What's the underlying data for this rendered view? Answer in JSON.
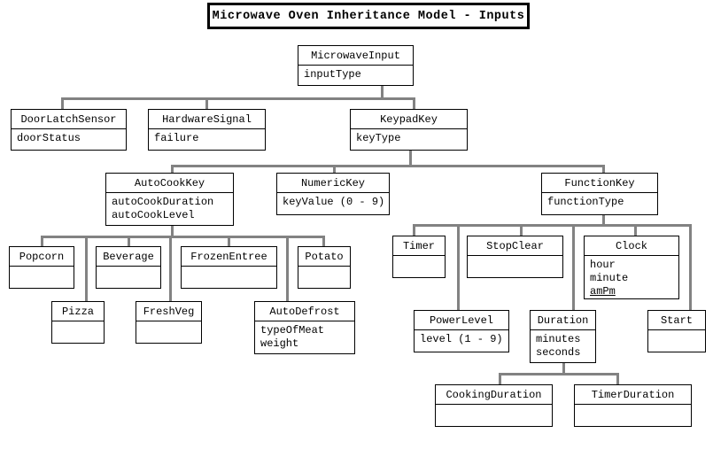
{
  "title": "Microwave Oven Inheritance Model - Inputs",
  "colors": {
    "connector": "#828282",
    "box_border": "#000000",
    "box_fill": "#ffffff",
    "text": "#000000",
    "background": "#ffffff"
  },
  "nodes": {
    "microwaveInput": {
      "label": "MicrowaveInput",
      "attrs": [
        "inputType"
      ]
    },
    "doorLatchSensor": {
      "label": "DoorLatchSensor",
      "attrs": [
        "doorStatus"
      ]
    },
    "hardwareSignal": {
      "label": "HardwareSignal",
      "attrs": [
        "failure"
      ]
    },
    "keypadKey": {
      "label": "KeypadKey",
      "attrs": [
        "keyType"
      ]
    },
    "autoCookKey": {
      "label": "AutoCookKey",
      "attrs": [
        "autoCookDuration",
        "autoCookLevel"
      ]
    },
    "numericKey": {
      "label": "NumericKey",
      "attrs": [
        "keyValue (0 - 9)"
      ]
    },
    "functionKey": {
      "label": "FunctionKey",
      "attrs": [
        "functionType"
      ]
    },
    "popcorn": {
      "label": "Popcorn",
      "attrs": []
    },
    "beverage": {
      "label": "Beverage",
      "attrs": []
    },
    "frozenEntree": {
      "label": "FrozenEntree",
      "attrs": []
    },
    "potato": {
      "label": "Potato",
      "attrs": []
    },
    "pizza": {
      "label": "Pizza",
      "attrs": []
    },
    "freshVeg": {
      "label": "FreshVeg",
      "attrs": []
    },
    "autoDefrost": {
      "label": "AutoDefrost",
      "attrs": [
        "typeOfMeat",
        "weight"
      ]
    },
    "timer": {
      "label": "Timer",
      "attrs": []
    },
    "stopClear": {
      "label": "StopClear",
      "attrs": []
    },
    "clock": {
      "label": "Clock",
      "attrs": [
        "hour",
        "minute",
        "amPm"
      ],
      "underlined_attrs": [
        "amPm"
      ]
    },
    "powerLevel": {
      "label": "PowerLevel",
      "attrs": [
        "level (1 - 9)"
      ]
    },
    "duration": {
      "label": "Duration",
      "attrs": [
        "minutes",
        "seconds"
      ]
    },
    "start": {
      "label": "Start",
      "attrs": []
    },
    "cookingDuration": {
      "label": "CookingDuration",
      "attrs": []
    },
    "timerDuration": {
      "label": "TimerDuration",
      "attrs": []
    }
  }
}
